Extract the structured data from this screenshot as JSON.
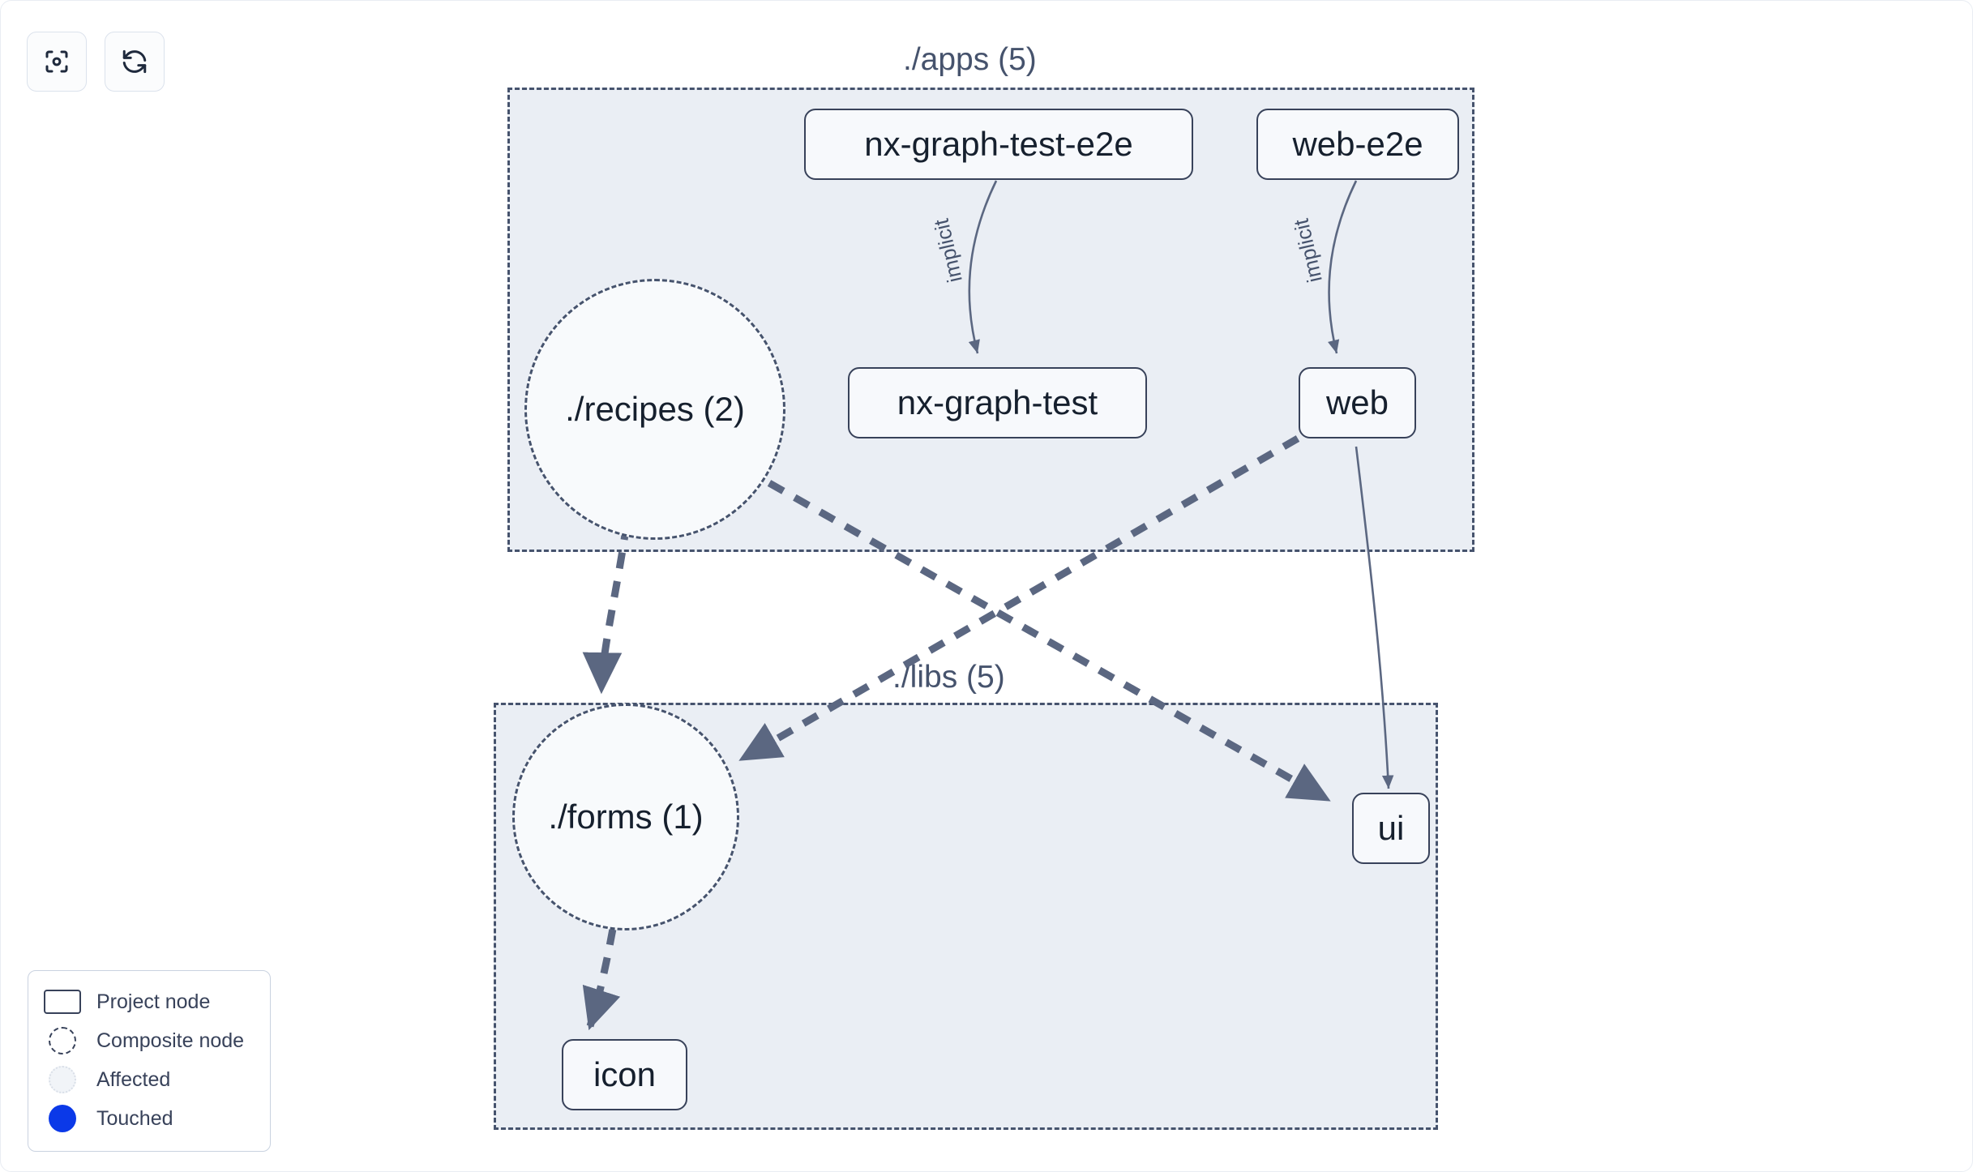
{
  "toolbar": {
    "buttons": [
      {
        "name": "focus-graph-button",
        "icon": "focus-target-icon",
        "label": ""
      },
      {
        "name": "refresh-graph-button",
        "icon": "refresh-icon",
        "label": ""
      }
    ]
  },
  "graph": {
    "groups": [
      {
        "id": "apps",
        "label": "./apps (5)"
      },
      {
        "id": "libs",
        "label": "./libs (5)"
      }
    ],
    "nodes": [
      {
        "id": "nx-graph-test-e2e",
        "label": "nx-graph-test-e2e",
        "type": "project"
      },
      {
        "id": "web-e2e",
        "label": "web-e2e",
        "type": "project"
      },
      {
        "id": "recipes",
        "label": "./recipes (2)",
        "type": "composite"
      },
      {
        "id": "nx-graph-test",
        "label": "nx-graph-test",
        "type": "project"
      },
      {
        "id": "web",
        "label": "web",
        "type": "project"
      },
      {
        "id": "forms",
        "label": "./forms (1)",
        "type": "composite"
      },
      {
        "id": "ui",
        "label": "ui",
        "type": "project"
      },
      {
        "id": "icon",
        "label": "icon",
        "type": "project"
      }
    ],
    "edges": [
      {
        "from": "nx-graph-test-e2e",
        "to": "nx-graph-test",
        "label": "implicit",
        "style": "implicit"
      },
      {
        "from": "web-e2e",
        "to": "web",
        "label": "implicit",
        "style": "implicit"
      },
      {
        "from": "web",
        "to": "ui",
        "label": "",
        "style": "implicit"
      },
      {
        "from": "recipes",
        "to": "forms",
        "label": "",
        "style": "dependency"
      },
      {
        "from": "recipes",
        "to": "ui",
        "label": "",
        "style": "dependency"
      },
      {
        "from": "web",
        "to": "forms",
        "label": "",
        "style": "dependency"
      },
      {
        "from": "forms",
        "to": "icon",
        "label": "",
        "style": "dependency"
      }
    ]
  },
  "legend": {
    "items": [
      {
        "swatch": "project-node-swatch",
        "label": "Project node"
      },
      {
        "swatch": "composite-node-swatch",
        "label": "Composite node"
      },
      {
        "swatch": "affected-swatch",
        "label": "Affected"
      },
      {
        "swatch": "touched-swatch",
        "label": "Touched"
      }
    ]
  },
  "colors": {
    "page_background": "#ffffff",
    "group_fill": "#eaeef4",
    "group_border": "#46536d",
    "node_fill": "#f7f9fc",
    "node_border": "#38425a",
    "edge": "#5b6781",
    "text": "#16202e",
    "touched": "#0b39e8"
  }
}
